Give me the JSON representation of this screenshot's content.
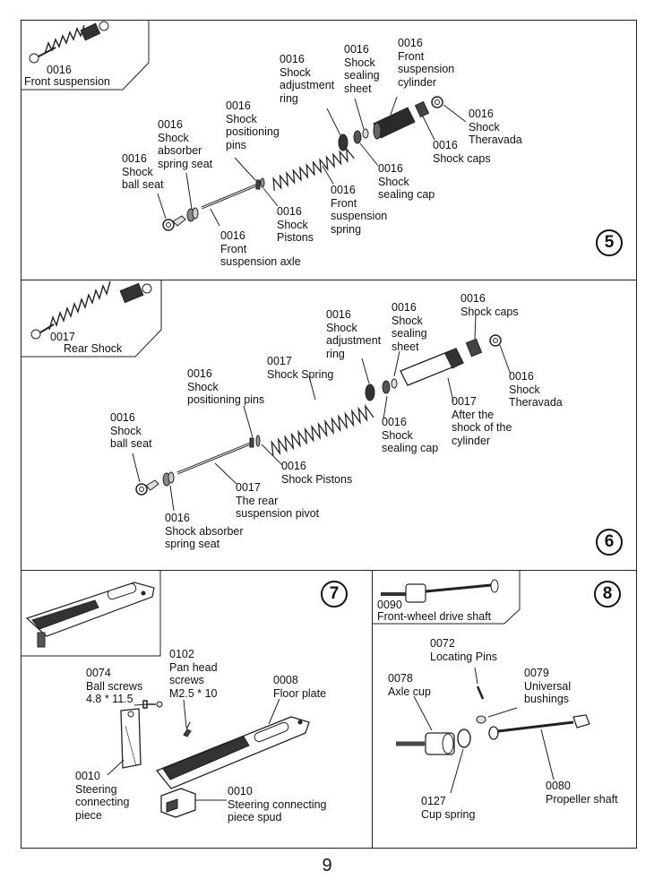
{
  "page_number": "9",
  "panel5": {
    "step": "5",
    "thumb": {
      "code": "0016",
      "name": "Front suspension"
    },
    "labels": {
      "ball_seat": "0016\nShock\nball seat",
      "spring_seat": "0016\nShock\nabsorber\nspring seat",
      "positioning_pins": "0016\nShock\npositioning\npins",
      "adjustment_ring": "0016\nShock\nadjustment\nring",
      "sealing_sheet": "0016\nShock\nsealing\nsheet",
      "cylinder": "0016\nFront\nsuspension\ncylinder",
      "theravada": "0016\nShock\nTheravada",
      "caps": "0016\nShock caps",
      "sealing_cap": "0016\nShock\nsealing cap",
      "spring": "0016\nFront\nsuspension\nspring",
      "pistons": "0016\nShock\nPistons",
      "axle": "0016\nFront\nsuspension axle"
    }
  },
  "panel6": {
    "step": "6",
    "thumb": {
      "code": "0017",
      "name": "Rear Shock"
    },
    "labels": {
      "ball_seat": "0016\nShock\nball seat",
      "positioning_pins": "0016\nShock\npositioning pins",
      "spring": "0017\nShock Spring",
      "adjustment_ring": "0016\nShock\nadjustment\nring",
      "sealing_sheet": "0016\nShock\nsealing\nsheet",
      "caps": "0016\nShock caps",
      "theravada": "0016\nShock\nTheravada",
      "cylinder": "0017\nAfter the\nshock of the\ncylinder",
      "sealing_cap": "0016\nShock\nsealing cap",
      "pistons": "0016\nShock Pistons",
      "pivot": "0017\nThe rear\nsuspension pivot",
      "spring_seat": "0016\nShock absorber\nspring seat"
    }
  },
  "panel7": {
    "step": "7",
    "labels": {
      "ball_screws": "0074\nBall screws\n4.8 * 11.5",
      "pan_head": "0102\nPan head\nscrews\nM2.5 * 10",
      "floor_plate": "0008\nFloor plate",
      "steering_piece": "0010\nSteering\nconnecting\npiece",
      "spud": "0010\nSteering connecting\npiece spud"
    }
  },
  "panel8": {
    "step": "8",
    "thumb": {
      "code": "0090",
      "name": "Front-wheel drive shaft"
    },
    "labels": {
      "locating_pins": "0072\nLocating Pins",
      "axle_cup": "0078\nAxle cup",
      "bushings": "0079\nUniversal\nbushings",
      "cup_spring": "0127\nCup spring",
      "propeller": "0080\nPropeller shaft"
    }
  }
}
